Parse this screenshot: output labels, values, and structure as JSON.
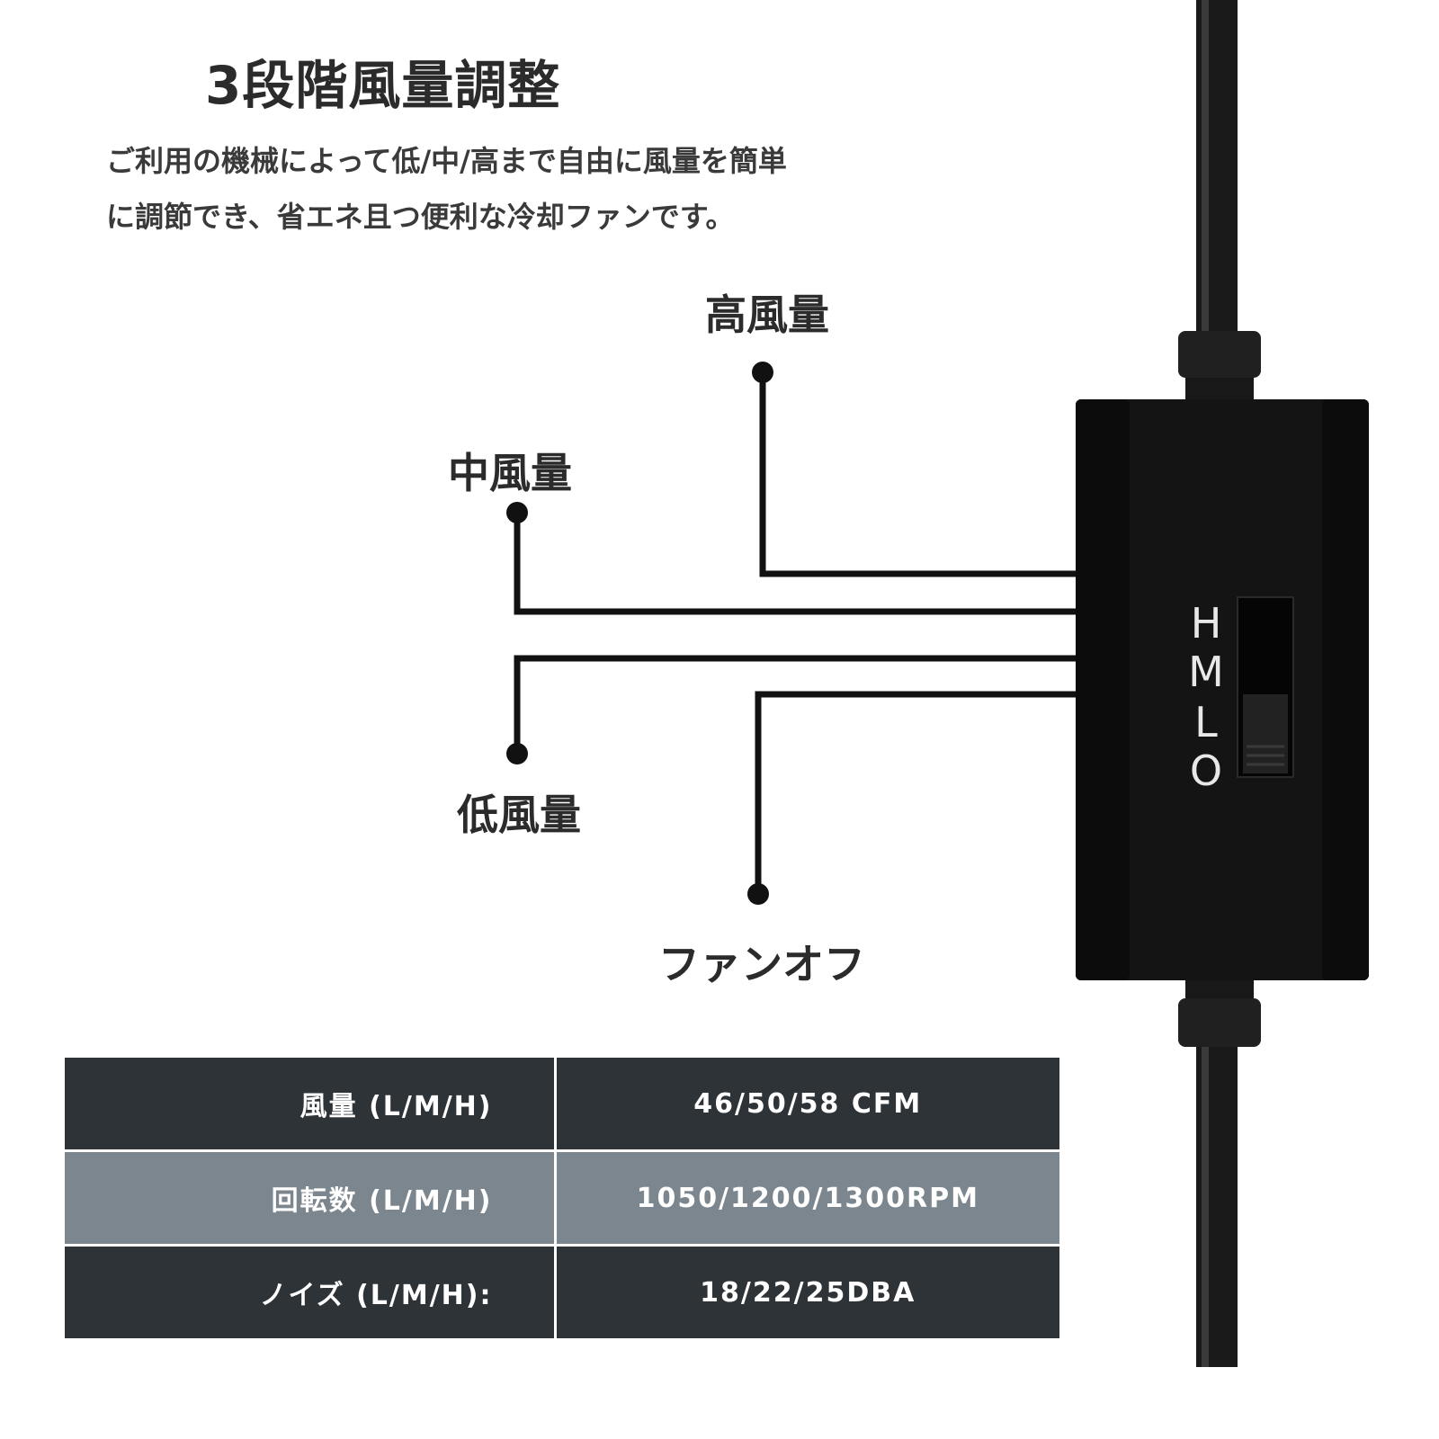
{
  "heading": "3段階風量調整",
  "description": {
    "line1": "ご利用の機械によって低/中/高まで自由に風量を簡単",
    "line2": "に調節でき、省エネ且つ便利な冷却ファンです。"
  },
  "labels": {
    "high": "高風量",
    "medium": "中風量",
    "low": "低風量",
    "off": "ファンオフ"
  },
  "switch": {
    "marks": [
      "H",
      "M",
      "L",
      "O"
    ],
    "position": "O"
  },
  "specs": [
    {
      "label": "風量 (L/M/H)",
      "value": "46/50/58 CFM"
    },
    {
      "label": "回転数 (L/M/H)",
      "value": "1050/1200/1300RPM"
    },
    {
      "label": "ノイズ (L/M/H):",
      "value": "18/22/25DBA"
    }
  ],
  "colors": {
    "row_dark": "#2e3338",
    "row_mid": "#7c868f",
    "controller_body": "#141414",
    "line": "#111111"
  }
}
